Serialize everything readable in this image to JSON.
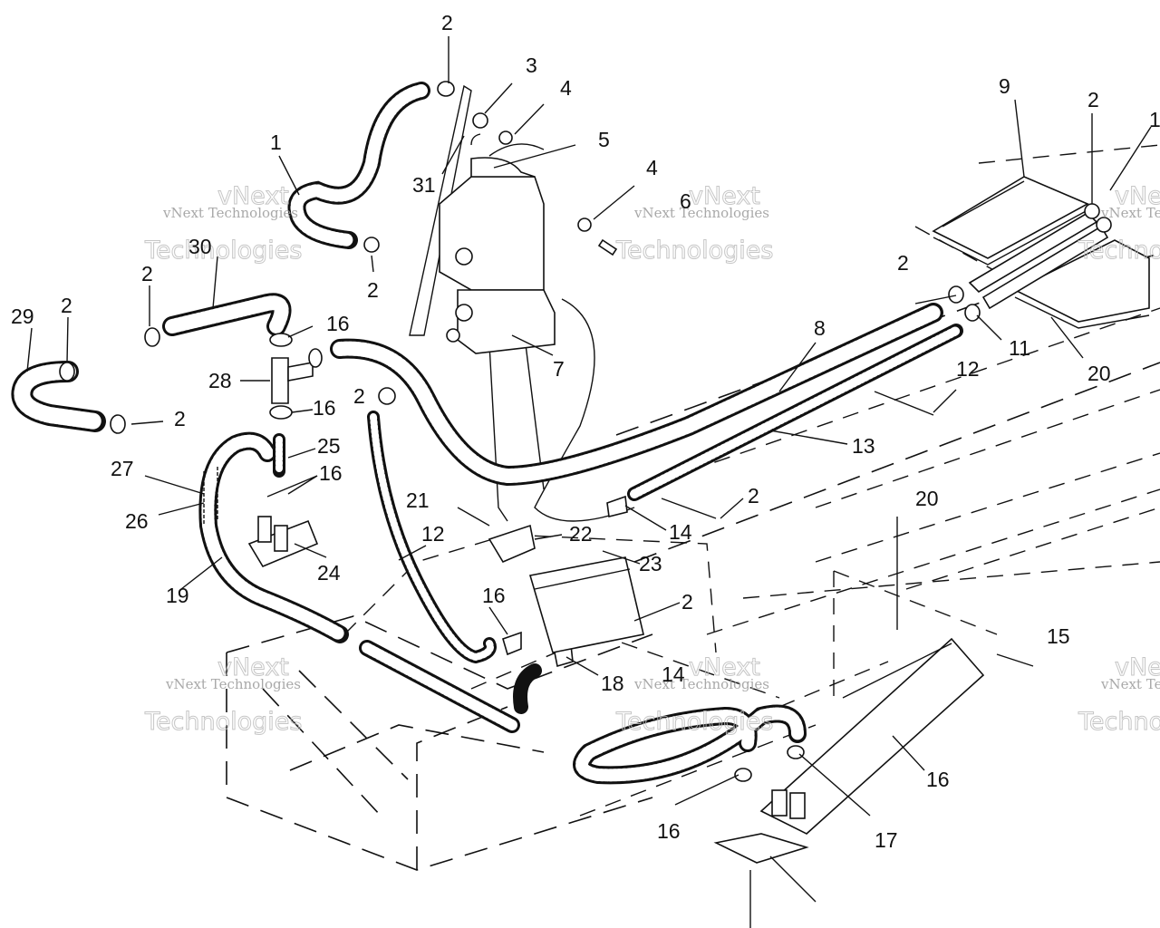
{
  "callouts": [
    "1",
    "2",
    "3",
    "4",
    "5",
    "4",
    "6",
    "31",
    "2",
    "9",
    "2",
    "1",
    "30",
    "2",
    "29",
    "2",
    "16",
    "2",
    "28",
    "16",
    "25",
    "16",
    "27",
    "26",
    "2",
    "8",
    "2",
    "7",
    "12",
    "13",
    "11",
    "20",
    "21",
    "22",
    "12",
    "2",
    "14",
    "20",
    "23",
    "24",
    "19",
    "2",
    "16",
    "18",
    "14",
    "15",
    "16",
    "16",
    "17"
  ],
  "watermarks": {
    "brand_small": "vNext Technologies",
    "brand_large": "Technologies",
    "brand_top": "vNext"
  }
}
